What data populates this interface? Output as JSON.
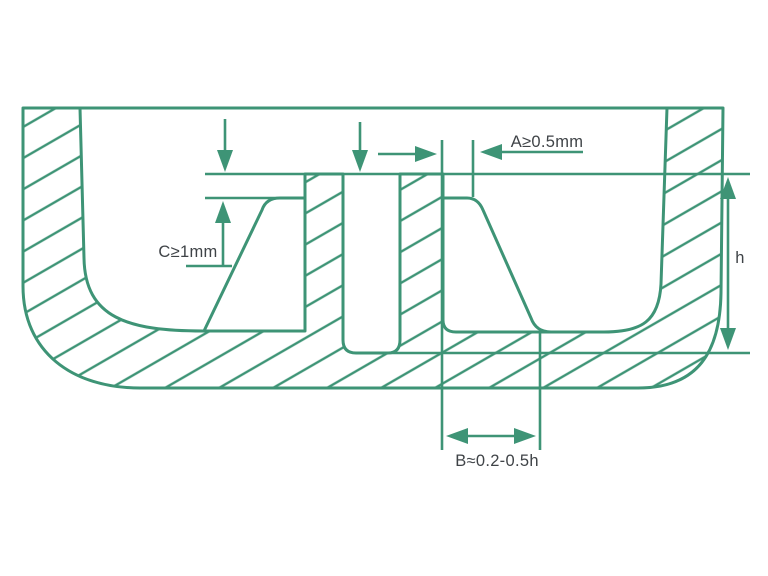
{
  "drawing": {
    "labels": {
      "a": "A≥0.5mm",
      "b": "B≈0.2-0.5h",
      "c": "C≥1mm",
      "h": "h"
    },
    "colors": {
      "line": "#3E9476",
      "text": "#3F4347",
      "background": "#FFFFFF"
    }
  }
}
